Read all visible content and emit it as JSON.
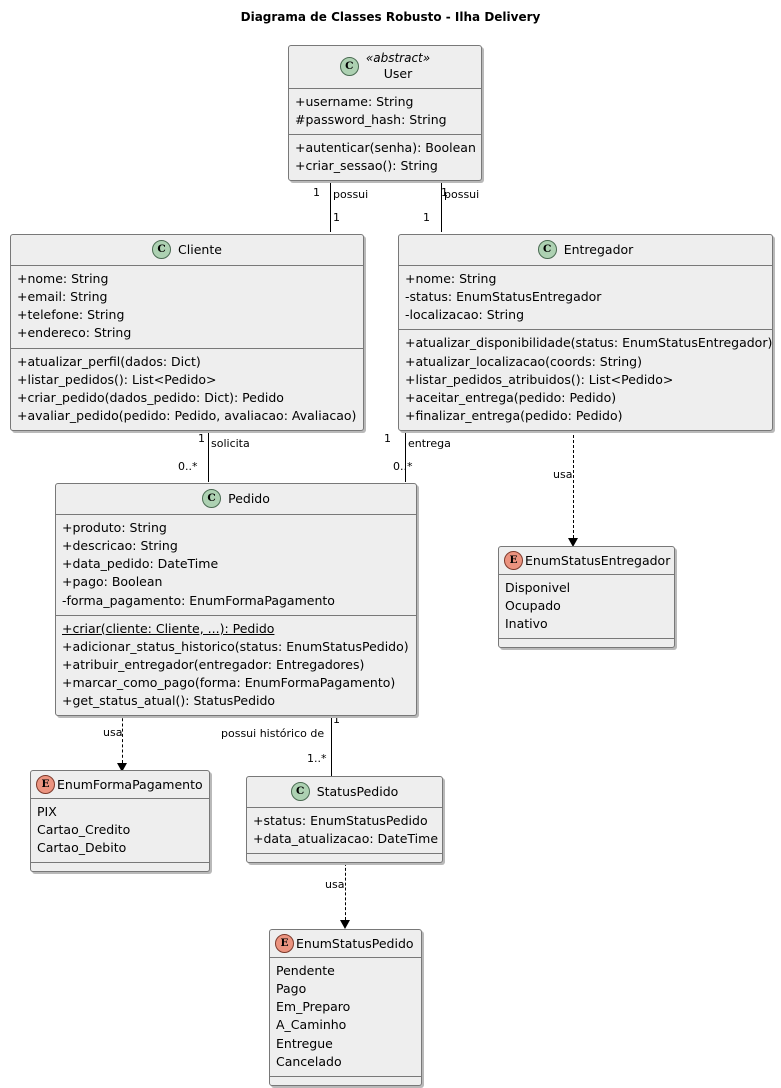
{
  "title": "Diagrama de Classes Robusto - Ilha Delivery",
  "icons": {
    "class_badge": "C",
    "enum_badge": "E"
  },
  "classes": {
    "user": {
      "name": "User",
      "stereotype": "«abstract»",
      "attributes": [
        "+username: String",
        "#password_hash: String"
      ],
      "methods": [
        "+autenticar(senha): Boolean",
        "+criar_sessao(): String"
      ]
    },
    "cliente": {
      "name": "Cliente",
      "attributes": [
        "+nome: String",
        "+email: String",
        "+telefone: String",
        "+endereco: String"
      ],
      "methods": [
        "+atualizar_perfil(dados: Dict)",
        "+listar_pedidos(): List<Pedido>",
        "+criar_pedido(dados_pedido: Dict): Pedido",
        "+avaliar_pedido(pedido: Pedido, avaliacao: Avaliacao)"
      ]
    },
    "entregador": {
      "name": "Entregador",
      "attributes": [
        "+nome: String",
        "-status: EnumStatusEntregador",
        "-localizacao: String"
      ],
      "methods": [
        "+atualizar_disponibilidade(status: EnumStatusEntregador)",
        "+atualizar_localizacao(coords: String)",
        "+listar_pedidos_atribuidos(): List<Pedido>",
        "+aceitar_entrega(pedido: Pedido)",
        "+finalizar_entrega(pedido: Pedido)"
      ]
    },
    "pedido": {
      "name": "Pedido",
      "attributes": [
        "+produto: String",
        "+descricao: String",
        "+data_pedido: DateTime",
        "+pago: Boolean",
        "-forma_pagamento: EnumFormaPagamento"
      ],
      "methods": [
        "+criar(cliente: Cliente, ...): Pedido",
        "+adicionar_status_historico(status: EnumStatusPedido)",
        "+atribuir_entregador(entregador: Entregadores)",
        "+marcar_como_pago(forma: EnumFormaPagamento)",
        "+get_status_atual(): StatusPedido"
      ],
      "static_methods": [
        "+criar(cliente: Cliente, ...): Pedido"
      ]
    },
    "status_pedido": {
      "name": "StatusPedido",
      "attributes": [
        "+status: EnumStatusPedido",
        "+data_atualizacao: DateTime"
      ]
    }
  },
  "enums": {
    "enum_status_entregador": {
      "name": "EnumStatusEntregador",
      "values": [
        "Disponivel",
        "Ocupado",
        "Inativo"
      ]
    },
    "enum_forma_pagamento": {
      "name": "EnumFormaPagamento",
      "values": [
        "PIX",
        "Cartao_Credito",
        "Cartao_Debito"
      ]
    },
    "enum_status_pedido": {
      "name": "EnumStatusPedido",
      "values": [
        "Pendente",
        "Pago",
        "Em_Preparo",
        "A_Caminho",
        "Entregue",
        "Cancelado"
      ]
    }
  },
  "relations": {
    "user_cliente": {
      "label": "possui",
      "source_mult": "1",
      "target_mult": "1"
    },
    "user_entregador": {
      "label": "possui",
      "source_mult": "1",
      "target_mult": "1"
    },
    "cliente_pedido": {
      "label": "solicita",
      "source_mult": "1",
      "target_mult": "0..*"
    },
    "entregador_pedido": {
      "label": "entrega",
      "source_mult": "1",
      "target_mult": "0..*"
    },
    "entregador_enum_status": {
      "label": "usa"
    },
    "pedido_enum_forma": {
      "label": "usa"
    },
    "pedido_status_pedido": {
      "label": "possui histórico de",
      "source_mult": "1",
      "target_mult": "1..*"
    },
    "status_pedido_enum_status": {
      "label": "usa"
    }
  },
  "colors": {
    "class_badge_fill": "#add1b2",
    "enum_badge_fill": "#eb937f",
    "box_fill": "#eeeeee",
    "box_border": "#787878",
    "shadow": "#b9b9b9",
    "background": "#ffffff"
  }
}
